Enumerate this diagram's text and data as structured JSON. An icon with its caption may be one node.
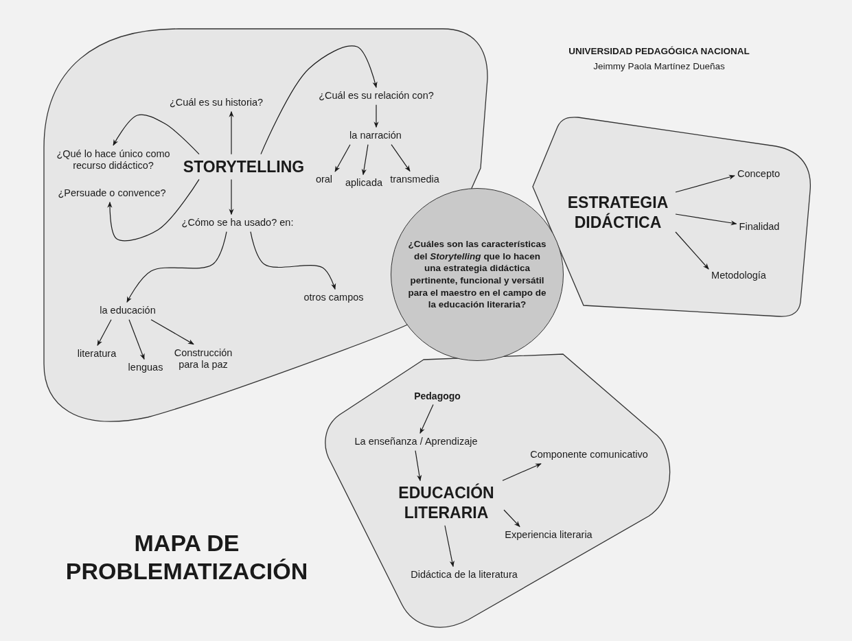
{
  "diagram": {
    "title": "MAPA DE PROBLEMATIZACIÓN",
    "nodes": [
      {
        "text": [],
        "shape": "box"
      },
      {
        "text": [
          "STORYTELLING"
        ],
        "in": 0
      },
      {
        "text": [
          "¿Cuál es su historia?"
        ],
        "in": 0
      },
      {
        "text": [
          "¿Qué lo hace único como recurso didáctico?"
        ],
        "in": 0
      },
      {
        "text": [
          "¿Persuade o convence?"
        ],
        "in": 0
      },
      {
        "text": [
          "¿Cuál es su relación con?"
        ],
        "in": 0
      },
      {
        "text": [
          "la narración"
        ],
        "in": 0
      },
      {
        "text": [
          "oral"
        ],
        "in": 0
      },
      {
        "text": [
          "aplicada"
        ],
        "in": 0
      },
      {
        "text": [
          "transmedia"
        ],
        "in": 0
      },
      {
        "text": [
          "¿Cómo se ha usado? en:"
        ],
        "in": 0
      },
      {
        "text": [
          "la educación"
        ],
        "in": 0
      },
      {
        "text": [
          "otros campos"
        ],
        "in": 0
      },
      {
        "text": [
          "literatura"
        ],
        "in": 0
      },
      {
        "text": [
          "lenguas"
        ],
        "in": 0
      },
      {
        "text": [
          "Construcción para la paz"
        ],
        "in": 0
      },
      {
        "text": [],
        "shape": "box"
      },
      {
        "text": [
          "ESTRATEGIA DIDÁCTICA"
        ],
        "in": 16
      },
      {
        "text": [
          "Concepto"
        ],
        "in": 16
      },
      {
        "text": [
          "Finalidad"
        ],
        "in": 16
      },
      {
        "text": [
          "Metodología"
        ],
        "in": 16
      },
      {
        "text": [
          "¿Cuáles son las características del *Storytelling* que lo hacen una estrategia didáctica pertinente, funcional y versátil para el maestro en el campo de la educación literaria?"
        ]
      },
      {
        "text": [],
        "shape": "box"
      },
      {
        "text": [
          "Pedagogo"
        ],
        "in": 22
      },
      {
        "text": [
          "La enseñanza / Aprendizaje"
        ],
        "in": 22
      },
      {
        "text": [
          "EDUCACIÓN LITERARIA"
        ],
        "in": 22
      },
      {
        "text": [
          "Componente comunicativo"
        ],
        "in": 22
      },
      {
        "text": [
          "Experiencia literaria"
        ],
        "in": 22
      },
      {
        "text": [
          "Didáctica de la literatura"
        ],
        "in": 22
      }
    ],
    "edges": [
      {
        "from": 1,
        "to": 2,
        "arrow": "to"
      },
      {
        "from": 1,
        "to": 3,
        "arrow": "to"
      },
      {
        "from": 1,
        "to": 4,
        "arrow": "to"
      },
      {
        "from": 1,
        "to": 5,
        "arrow": "to"
      },
      {
        "from": 1,
        "to": 10,
        "arrow": "to"
      },
      {
        "from": 5,
        "to": 6,
        "arrow": "to"
      },
      {
        "from": 6,
        "to": 7,
        "arrow": "to"
      },
      {
        "from": 6,
        "to": 8,
        "arrow": "to"
      },
      {
        "from": 6,
        "to": 9,
        "arrow": "to"
      },
      {
        "from": 10,
        "to": 11,
        "arrow": "to"
      },
      {
        "from": 10,
        "to": 12,
        "arrow": "to"
      },
      {
        "from": 11,
        "to": 13,
        "arrow": "to"
      },
      {
        "from": 11,
        "to": 14,
        "arrow": "to"
      },
      {
        "from": 11,
        "to": 15,
        "arrow": "to"
      },
      {
        "from": 17,
        "to": 18,
        "arrow": "to"
      },
      {
        "from": 17,
        "to": 19,
        "arrow": "to"
      },
      {
        "from": 17,
        "to": 20,
        "arrow": "to"
      },
      {
        "from": 23,
        "to": 24,
        "arrow": "to"
      },
      {
        "from": 24,
        "to": 25,
        "arrow": "to"
      },
      {
        "from": 25,
        "to": 26,
        "arrow": "to"
      },
      {
        "from": 25,
        "to": 27,
        "arrow": "to"
      },
      {
        "from": 25,
        "to": 28,
        "arrow": "to"
      }
    ],
    "labels": [
      "UNIVERSIDAD PEDAGÓGICA NACIONAL",
      "Jeimmy Paola Martínez Dueñas"
    ]
  }
}
